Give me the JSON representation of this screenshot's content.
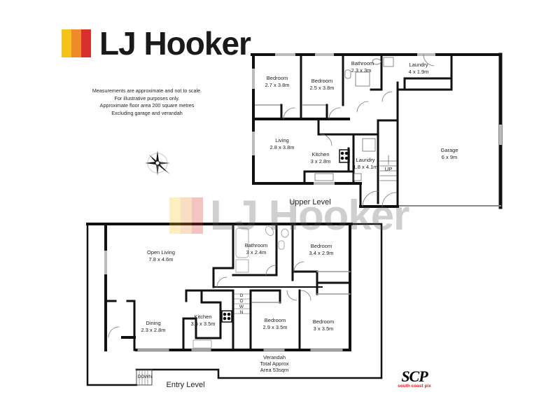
{
  "brand": {
    "name": "LJ Hooker",
    "colors": [
      "#f5c21b",
      "#ef8a2c",
      "#d9302c"
    ],
    "text_color": "#1a1a1a"
  },
  "notes": {
    "lines": [
      "Measurements are approximate and not to scale.",
      "For illustrative purposes only.",
      "Approximate floor area  200 square metres",
      "Excluding garage and verandah"
    ]
  },
  "compass": {
    "icon": "compass-rose-icon"
  },
  "upper_level": {
    "title": "Upper Level",
    "rooms": [
      {
        "name": "Bedroom",
        "size": "2.7 x 3.8m"
      },
      {
        "name": "Bedroom",
        "size": "2.5 x 3.8m"
      },
      {
        "name": "Bathroom",
        "size": "2.3 x 3m"
      },
      {
        "name": "Laundry",
        "size": "4 x 1.9m"
      },
      {
        "name": "Living",
        "size": "2.8 x 3.8m"
      },
      {
        "name": "Kitchen",
        "size": "3 x 2.8m"
      },
      {
        "name": "Laundry",
        "size": "1.8 x 4.1m"
      },
      {
        "name": "Garage",
        "size": "6 x 9m"
      }
    ],
    "stairs_label": "UP"
  },
  "entry_level": {
    "title": "Entry Level",
    "rooms": [
      {
        "name": "Open Living",
        "size": "7.8 x 4.6m"
      },
      {
        "name": "Bathroom",
        "size": "3 x 2.4m"
      },
      {
        "name": "Bedroom",
        "size": "3.4 x 2.9m"
      },
      {
        "name": "Dining",
        "size": "2.3 x 2.8m"
      },
      {
        "name": "Kitchen",
        "size": "3.6 x 3.5m"
      },
      {
        "name": "Bedroom",
        "size": "2.9 x 3.5m"
      },
      {
        "name": "Bedroom",
        "size": "3 x 3.5m"
      }
    ],
    "stairs_down_vertical": [
      "D",
      "O",
      "W",
      "N"
    ],
    "stairs_down_label": "DOWN",
    "verandah": [
      "Verandah",
      "Total Approx",
      "Area 53sqm"
    ]
  },
  "credit": {
    "mark": "SCP",
    "subtitle": "south coast pix",
    "subtitle_color": "#d22222"
  }
}
